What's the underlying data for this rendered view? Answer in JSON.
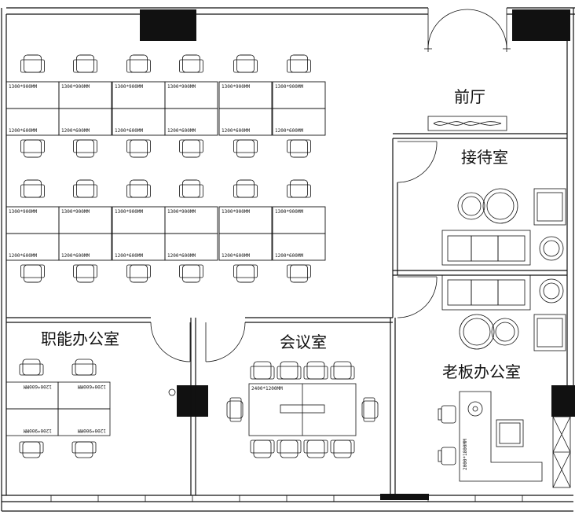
{
  "rooms": {
    "lobby": "前厅",
    "reception": "接待室",
    "functional_office": "职能办公室",
    "meeting_room": "会议室",
    "boss_office": "老板办公室"
  },
  "desk_dims": {
    "open_top": "1300*900MM",
    "open_bottom": "1200*600MM",
    "func_top": "1200*600MM",
    "func_bottom": "1200*900MM",
    "meeting_table": "2400*1200MM",
    "boss_desk": "2000*1800MM"
  }
}
